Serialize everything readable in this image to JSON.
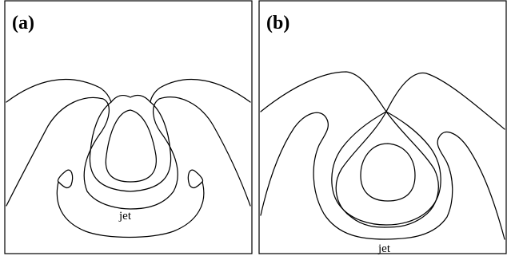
{
  "panels": [
    {
      "label": "(a)",
      "annotation": "jet"
    },
    {
      "label": "(b)",
      "annotation": "jet"
    }
  ]
}
